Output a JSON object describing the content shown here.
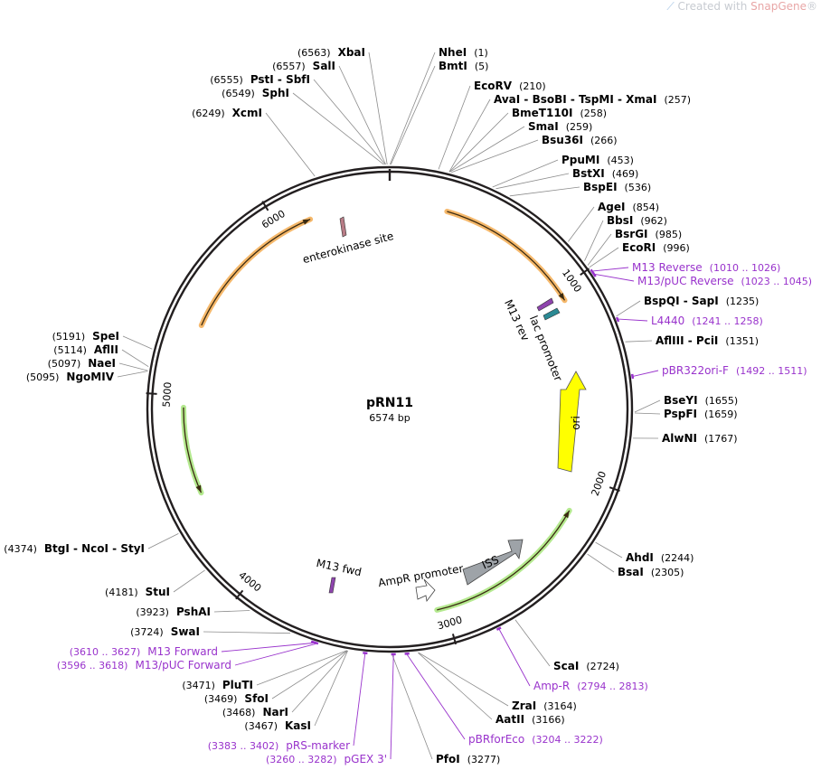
{
  "watermark": {
    "prefix": "Created with ",
    "brand": "SnapGene",
    "mark": "®"
  },
  "plasmid": {
    "name": "pRN11",
    "length_label": "6574 bp",
    "length": 6574
  },
  "ticks": [
    {
      "pos": 1000,
      "label": "1000"
    },
    {
      "pos": 2000,
      "label": "2000"
    },
    {
      "pos": 3000,
      "label": "3000"
    },
    {
      "pos": 4000,
      "label": "4000"
    },
    {
      "pos": 5000,
      "label": "5000"
    },
    {
      "pos": 6000,
      "label": "6000"
    }
  ],
  "sites": [
    {
      "name": "NheI",
      "pos": "(1)",
      "p": 1
    },
    {
      "name": "BmtI",
      "pos": "(5)",
      "p": 5
    },
    {
      "name": "EcoRV",
      "pos": "(210)",
      "p": 210
    },
    {
      "name": "AvaI - BsoBI - TspMI - XmaI",
      "pos": "(257)",
      "p": 257
    },
    {
      "name": "BmeT110I",
      "pos": "(258)",
      "p": 258
    },
    {
      "name": "SmaI",
      "pos": "(259)",
      "p": 259
    },
    {
      "name": "Bsu36I",
      "pos": "(266)",
      "p": 266
    },
    {
      "name": "PpuMI",
      "pos": "(453)",
      "p": 453
    },
    {
      "name": "BstXI",
      "pos": "(469)",
      "p": 469
    },
    {
      "name": "BspEI",
      "pos": "(536)",
      "p": 536
    },
    {
      "name": "AgeI",
      "pos": "(854)",
      "p": 854
    },
    {
      "name": "BbsI",
      "pos": "(962)",
      "p": 962
    },
    {
      "name": "BsrGI",
      "pos": "(985)",
      "p": 985
    },
    {
      "name": "EcoRI",
      "pos": "(996)",
      "p": 996
    },
    {
      "name": "BspQI - SapI",
      "pos": "(1235)",
      "p": 1235
    },
    {
      "name": "AflIII - PciI",
      "pos": "(1351)",
      "p": 1351
    },
    {
      "name": "BseYI",
      "pos": "(1655)",
      "p": 1655
    },
    {
      "name": "PspFI",
      "pos": "(1659)",
      "p": 1659
    },
    {
      "name": "AlwNI",
      "pos": "(1767)",
      "p": 1767
    },
    {
      "name": "AhdI",
      "pos": "(2244)",
      "p": 2244
    },
    {
      "name": "BsaI",
      "pos": "(2305)",
      "p": 2305
    },
    {
      "name": "ScaI",
      "pos": "(2724)",
      "p": 2724
    },
    {
      "name": "ZraI",
      "pos": "(3164)",
      "p": 3164
    },
    {
      "name": "AatII",
      "pos": "(3166)",
      "p": 3166
    },
    {
      "name": "PfoI",
      "pos": "(3277)",
      "p": 3277
    },
    {
      "name": "KasI",
      "pos": "(3467)",
      "p": 3467
    },
    {
      "name": "NarI",
      "pos": "(3468)",
      "p": 3468
    },
    {
      "name": "SfoI",
      "pos": "(3469)",
      "p": 3469
    },
    {
      "name": "PluTI",
      "pos": "(3471)",
      "p": 3471
    },
    {
      "name": "SwaI",
      "pos": "(3724)",
      "p": 3724
    },
    {
      "name": "PshAI",
      "pos": "(3923)",
      "p": 3923
    },
    {
      "name": "StuI",
      "pos": "(4181)",
      "p": 4181
    },
    {
      "name": "BtgI - NcoI - StyI",
      "pos": "(4374)",
      "p": 4374
    },
    {
      "name": "NgoMIV",
      "pos": "(5095)",
      "p": 5095
    },
    {
      "name": "NaeI",
      "pos": "(5097)",
      "p": 5097
    },
    {
      "name": "AflII",
      "pos": "(5114)",
      "p": 5114
    },
    {
      "name": "SpeI",
      "pos": "(5191)",
      "p": 5191
    },
    {
      "name": "XcmI",
      "pos": "(6249)",
      "p": 6249
    },
    {
      "name": "SphI",
      "pos": "(6549)",
      "p": 6549
    },
    {
      "name": "PstI - SbfI",
      "pos": "(6555)",
      "p": 6555
    },
    {
      "name": "SalI",
      "pos": "(6557)",
      "p": 6557
    },
    {
      "name": "XbaI",
      "pos": "(6563)",
      "p": 6563
    }
  ],
  "primers": [
    {
      "name": "M13 Reverse",
      "range": "(1010 .. 1026)",
      "p": 1018
    },
    {
      "name": "M13/pUC Reverse",
      "range": "(1023 .. 1045)",
      "p": 1034
    },
    {
      "name": "L4440",
      "range": "(1241 .. 1258)",
      "p": 1250
    },
    {
      "name": "pBR322ori-F",
      "range": "(1492 .. 1511)",
      "p": 1502
    },
    {
      "name": "Amp-R",
      "range": "(2794 .. 2813)",
      "p": 2804
    },
    {
      "name": "pBRforEco",
      "range": "(3204 .. 3222)",
      "p": 3213
    },
    {
      "name": "pGEX 3'",
      "range": "(3260 .. 3282)",
      "p": 3271
    },
    {
      "name": "pRS-marker",
      "range": "(3383 .. 3402)",
      "p": 3392
    },
    {
      "name": "M13/pUC Forward",
      "range": "(3596 .. 3618)",
      "p": 3607
    },
    {
      "name": "M13 Forward",
      "range": "(3610 .. 3627)",
      "p": 3618
    }
  ],
  "features": [
    {
      "name": "enterokinase site"
    },
    {
      "name": "M13 rev"
    },
    {
      "name": "lac promoter"
    },
    {
      "name": "ori"
    },
    {
      "name": "ISS"
    },
    {
      "name": "AmpR promoter"
    },
    {
      "name": "M13 fwd"
    }
  ],
  "colors": {
    "backbone": "#231f20",
    "orange_arc": "#f5b86b",
    "green_arc": "#b4e98f",
    "primer": "#9933cc",
    "ori": "#ffff00",
    "iss": "#9ea3a8",
    "m13_tag": "#8e44ad",
    "lac": "#2b8a94"
  }
}
